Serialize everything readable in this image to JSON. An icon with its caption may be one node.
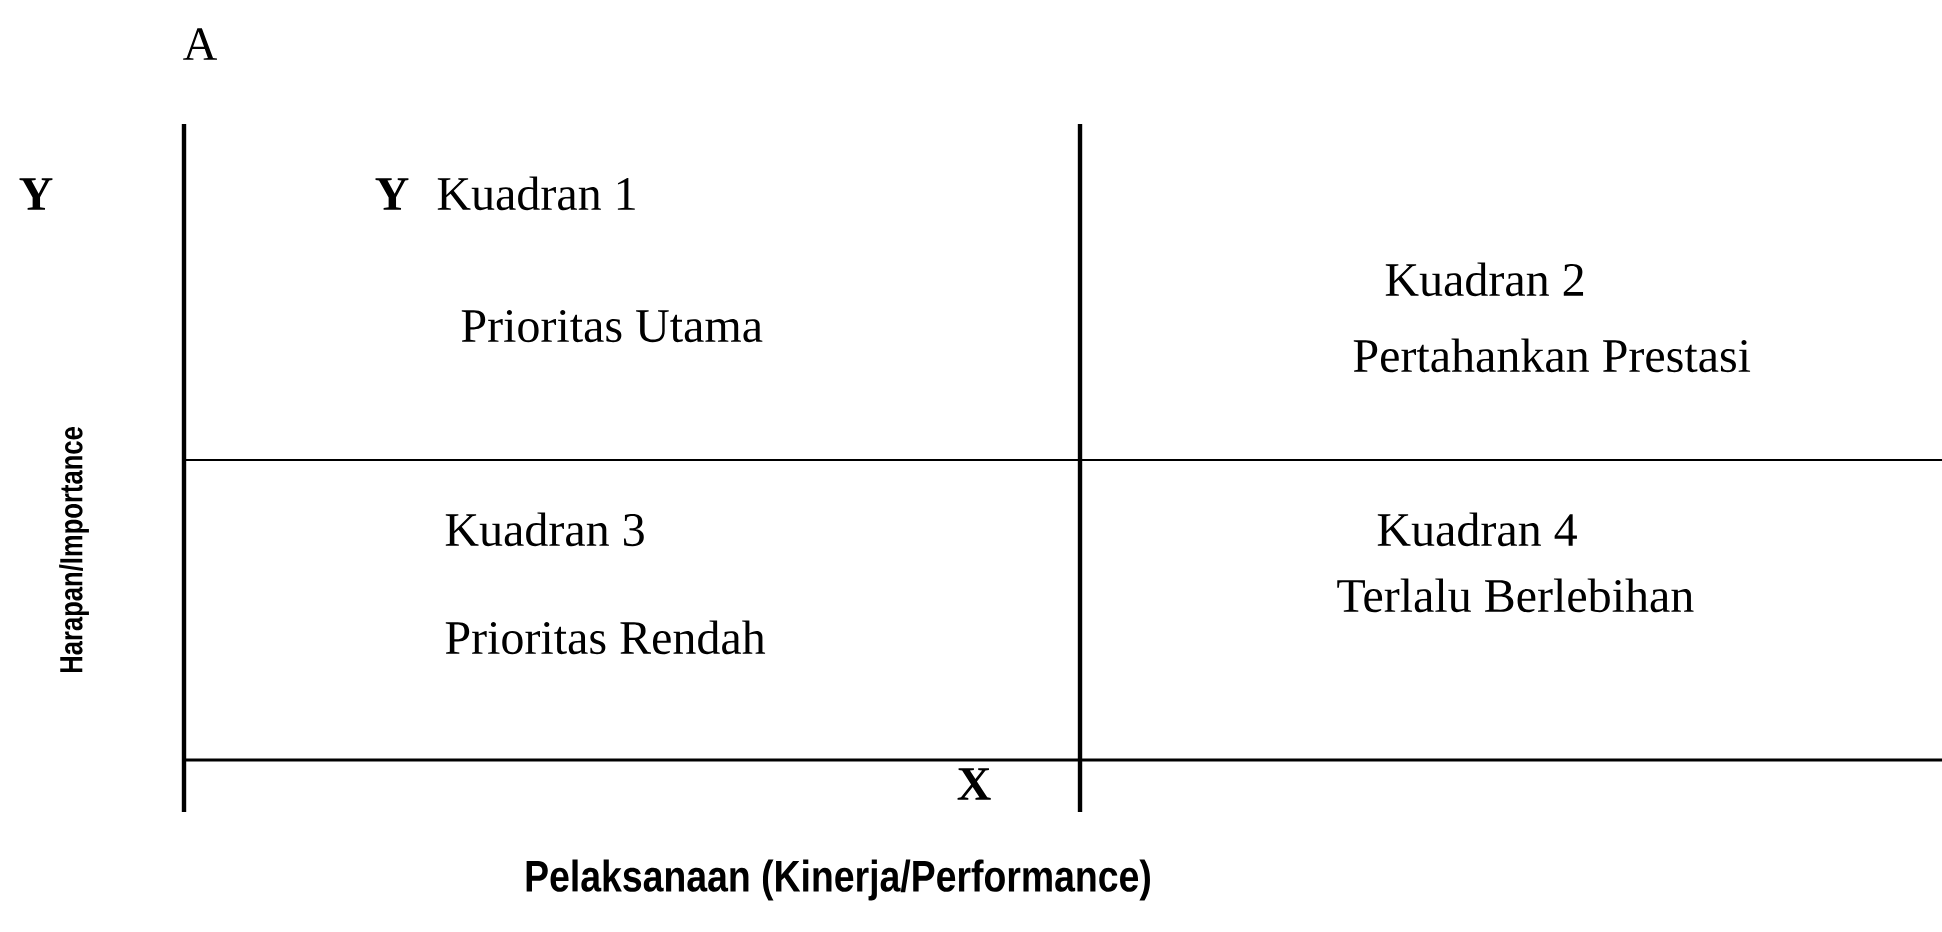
{
  "diagram": {
    "nodes": [
      {
        "text": [
          "Kuadran 1",
          "Prioritas Utama"
        ]
      },
      {
        "text": [
          "Kuadran 2",
          "Pertahankan Prestasi"
        ]
      },
      {
        "text": [
          "Kuadran 3",
          "Prioritas Rendah"
        ]
      },
      {
        "text": [
          "Kuadran 4",
          "Terlalu Berlebihan"
        ]
      }
    ],
    "labels": [
      "A",
      "Y",
      "Y",
      "Harapan/Importance",
      "X",
      "Pelaksanaan (Kinerja/Performance)"
    ]
  }
}
